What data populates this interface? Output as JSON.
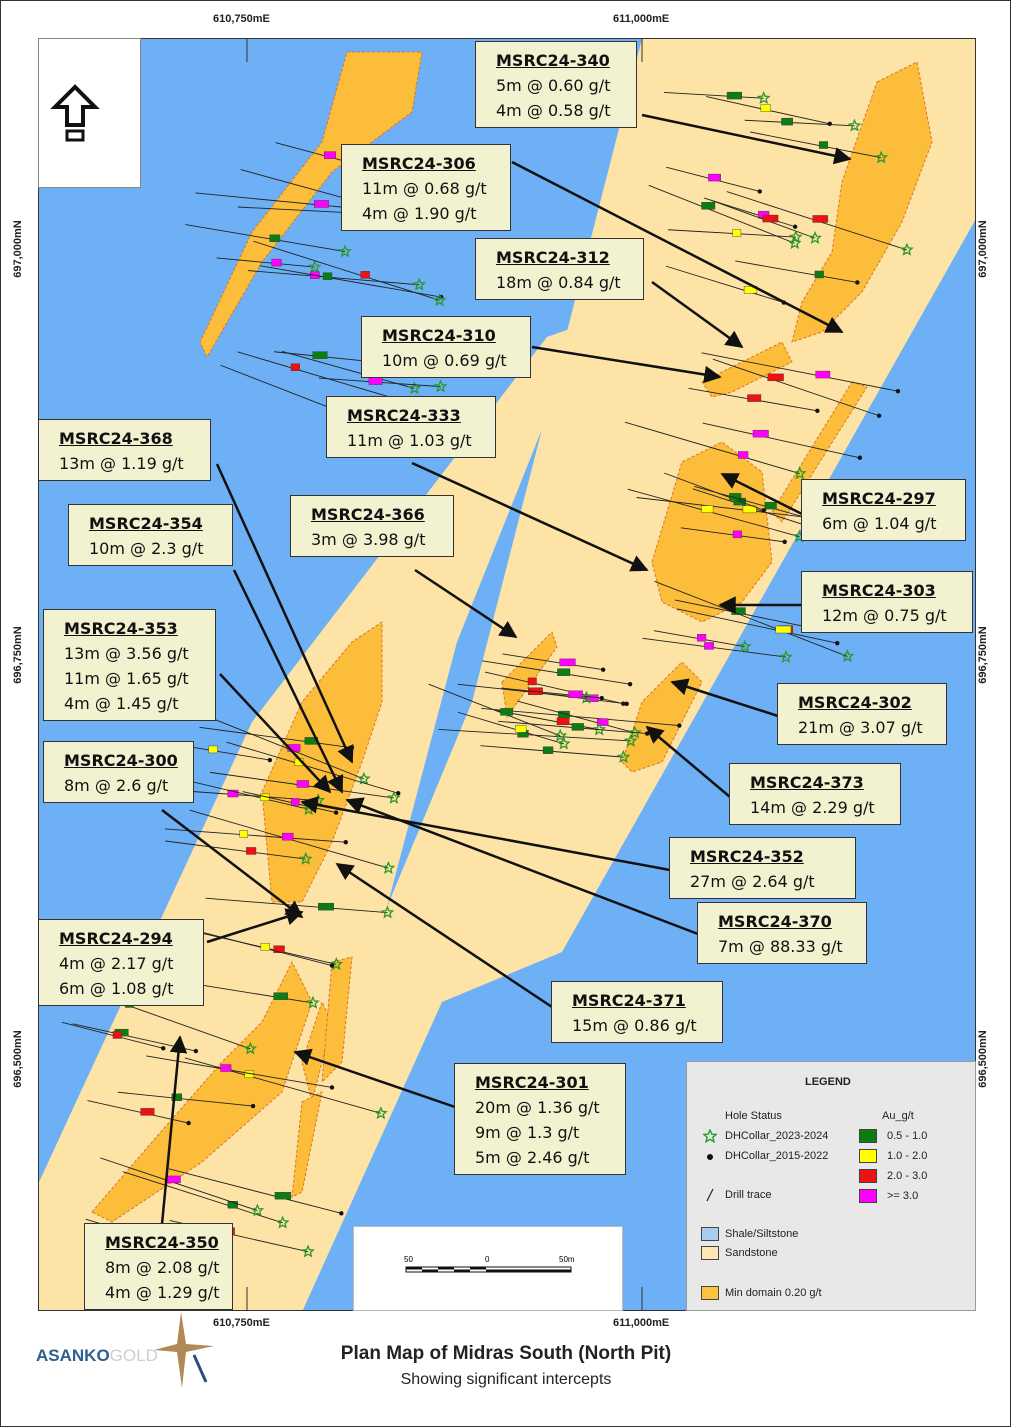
{
  "axes": {
    "top": [
      "610,750mE",
      "611,000mE"
    ],
    "bottom": [
      "610,750mE",
      "611,000mE"
    ],
    "left": [
      "697,000mN",
      "696,750mN",
      "696,500mN"
    ],
    "right": [
      "697,000mN",
      "696,750mN",
      "696,500mN"
    ]
  },
  "callouts": [
    {
      "hole": "MSRC24-340",
      "lines": [
        "5m @ 0.60 g/t",
        "4m @ 0.58 g/t"
      ]
    },
    {
      "hole": "MSRC24-306",
      "lines": [
        "11m @ 0.68 g/t",
        "4m @ 1.90 g/t"
      ]
    },
    {
      "hole": "MSRC24-312",
      "lines": [
        "18m @ 0.84 g/t"
      ]
    },
    {
      "hole": "MSRC24-310",
      "lines": [
        "10m @ 0.69 g/t"
      ]
    },
    {
      "hole": "MSRC24-333",
      "lines": [
        "11m @ 1.03 g/t"
      ]
    },
    {
      "hole": "MSRC24-368",
      "lines": [
        "13m @ 1.19 g/t"
      ]
    },
    {
      "hole": "MSRC24-354",
      "lines": [
        "10m @ 2.3 g/t"
      ]
    },
    {
      "hole": "MSRC24-366",
      "lines": [
        "3m @ 3.98 g/t"
      ]
    },
    {
      "hole": "MSRC24-353",
      "lines": [
        "13m @ 3.56 g/t",
        "11m @ 1.65 g/t",
        "4m @ 1.45 g/t"
      ]
    },
    {
      "hole": "MSRC24-300",
      "lines": [
        "8m @ 2.6 g/t"
      ]
    },
    {
      "hole": "MSRC24-294",
      "lines": [
        "4m @ 2.17 g/t",
        "6m @ 1.08 g/t"
      ]
    },
    {
      "hole": "MSRC24-297",
      "lines": [
        "6m @ 1.04 g/t"
      ]
    },
    {
      "hole": "MSRC24-303",
      "lines": [
        "12m @ 0.75 g/t"
      ]
    },
    {
      "hole": "MSRC24-302",
      "lines": [
        "21m @ 3.07 g/t"
      ]
    },
    {
      "hole": "MSRC24-373",
      "lines": [
        "14m @ 2.29 g/t"
      ]
    },
    {
      "hole": "MSRC24-352",
      "lines": [
        "27m @ 2.64 g/t"
      ]
    },
    {
      "hole": "MSRC24-370",
      "lines": [
        "7m @ 88.33 g/t"
      ]
    },
    {
      "hole": "MSRC24-371",
      "lines": [
        "15m @ 0.86 g/t"
      ]
    },
    {
      "hole": "MSRC24-301",
      "lines": [
        "20m @ 1.36 g/t",
        "9m @ 1.3 g/t",
        "5m @ 2.46 g/t"
      ]
    },
    {
      "hole": "MSRC24-350",
      "lines": [
        "8m @ 2.08 g/t",
        "4m @ 1.29 g/t"
      ]
    }
  ],
  "scale_bar": {
    "left": "50",
    "mid": "0",
    "right": "50m"
  },
  "legend": {
    "title": "LEGEND",
    "hole_status_title": "Hole Status",
    "hole_status": [
      "DHCollar_2023-2024",
      "DHCollar_2015-2022"
    ],
    "drill_trace": "Drill trace",
    "au_title": "Au_g/t",
    "au_classes": [
      {
        "label": "0.5 - 1.0",
        "color": "#0b7d12"
      },
      {
        "label": "1.0 - 2.0",
        "color": "#ffff00"
      },
      {
        "label": "2.0 - 3.0",
        "color": "#ee1111"
      },
      {
        "label": ">= 3.0",
        "color": "#ff00ff"
      }
    ],
    "lithology": [
      {
        "label": "Shale/Siltstone",
        "color": "#a9cdf0"
      },
      {
        "label": "Sandstone",
        "color": "#fde6b4"
      }
    ],
    "domain": {
      "label": "Min domain 0.20 g/t",
      "color": "#fcc43c"
    }
  },
  "colors": {
    "shale": "#6db0f6",
    "sandstone": "#fde3a6",
    "domain": "#fbbd3a",
    "star": "#2a9a2a"
  },
  "logo": {
    "brand": "ASANKO",
    "suffix": "GOLD"
  },
  "title": "Plan Map of Midras South (North Pit)",
  "subtitle": "Showing significant intercepts"
}
